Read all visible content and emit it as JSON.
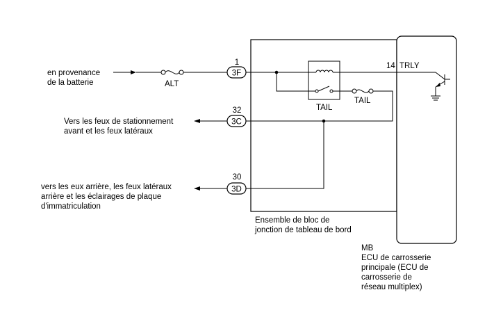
{
  "inputs": {
    "battery": [
      "en provenance",
      "de la batterie"
    ],
    "fuse_alt": "ALT"
  },
  "connectors": [
    {
      "pin": "1",
      "code": "3F"
    },
    {
      "pin": "32",
      "code": "3C"
    },
    {
      "pin": "30",
      "code": "3D"
    }
  ],
  "outputs": {
    "front": [
      "Vers les feux de stationnement",
      "avant et les feux latéraux"
    ],
    "rear": [
      "vers les eux arrière, les feux latéraux",
      "arrière et les éclairages de plaque",
      "d'immatriculation"
    ]
  },
  "junction_block": {
    "relay_label": "TAIL",
    "fuse_label": "TAIL",
    "name": [
      "Ensemble de bloc de",
      "jonction de tableau de bord"
    ]
  },
  "ecu": {
    "terminal_pin": "14",
    "terminal_name": "TRLY",
    "code": "MB",
    "name": [
      "ECU de carrosserie",
      "principale (ECU de",
      "carrosserie de",
      "réseau multiplex)"
    ]
  }
}
